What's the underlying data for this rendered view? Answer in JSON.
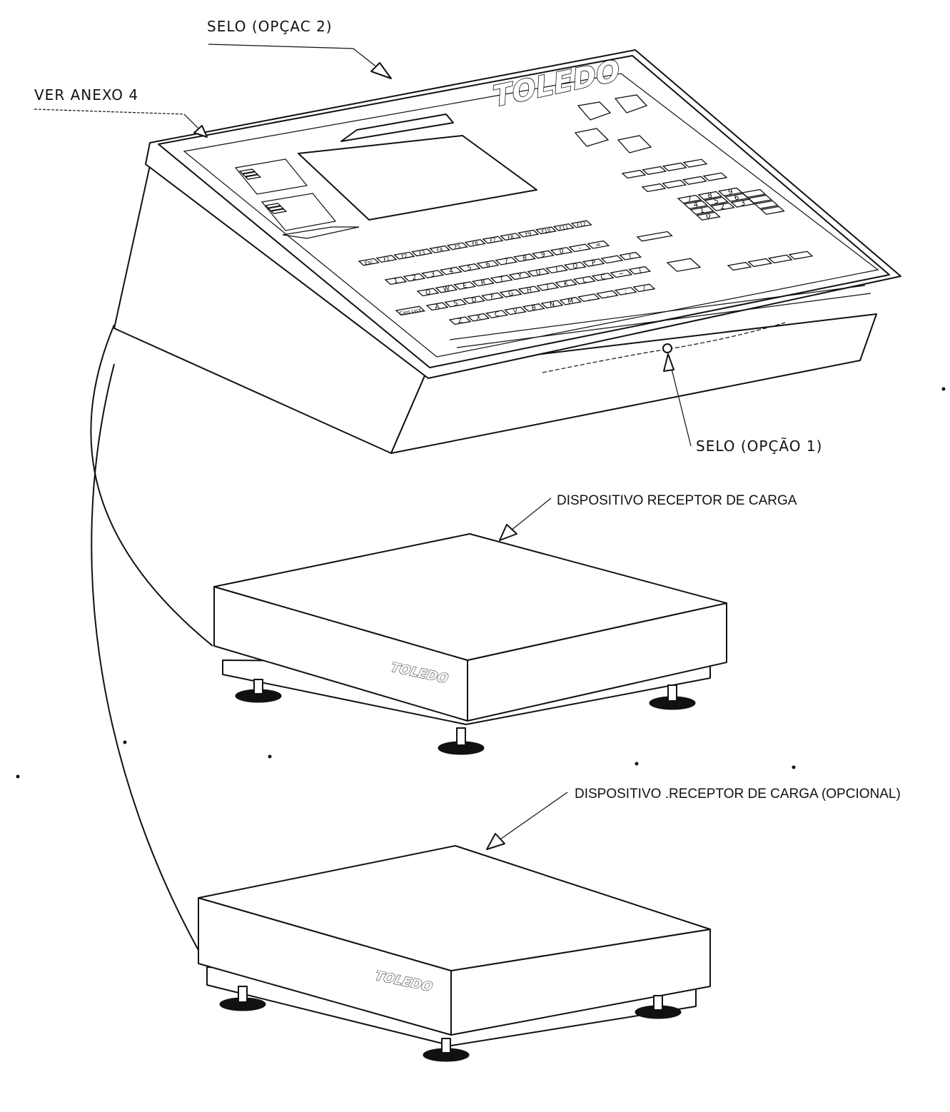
{
  "callouts": {
    "seal_option_2": "SELO (OPÇAC 2)",
    "see_annex": "VER ANEXO 4",
    "seal_option_1": "SELO (OPÇÃO 1)",
    "load_receiver": "DISPOSITIVO RECEPTOR DE CARGA",
    "load_receiver_optional": "DISPOSITIVO .RECEPTOR DE CARGA (OPCIONAL)"
  },
  "brand": {
    "terminal_logo": "TOLEDO",
    "platform_1_logo": "TOLEDO",
    "platform_2_logo": "TOLEDO"
  },
  "keyboard": {
    "function_keys": [
      "Esc",
      "F1",
      "F2",
      "F3",
      "F4",
      "F5",
      "F6",
      "F7",
      "F8",
      "F9",
      "F10",
      "F11",
      "F12"
    ],
    "number_row": [
      "1",
      "2",
      "3",
      "4",
      "5",
      "6",
      "7",
      "8",
      "9",
      "0",
      "-",
      "="
    ],
    "top_row": [
      "Q",
      "W",
      "E",
      "R",
      "T",
      "Y",
      "U",
      "I",
      "O",
      "P",
      "´",
      "["
    ],
    "home_row": [
      "A",
      "S",
      "D",
      "F",
      "G",
      "H",
      "J",
      "K",
      "L",
      "Ç",
      "~",
      "]"
    ],
    "bottom_row": [
      "Z",
      "X",
      "C",
      "V",
      "B",
      "N",
      "M",
      ",",
      ".",
      ";",
      "/"
    ],
    "caps_lock": "Caps Lock",
    "numpad": [
      "7",
      "8",
      "9",
      "4",
      "5",
      "6",
      "1",
      "2",
      "3",
      "0"
    ]
  }
}
